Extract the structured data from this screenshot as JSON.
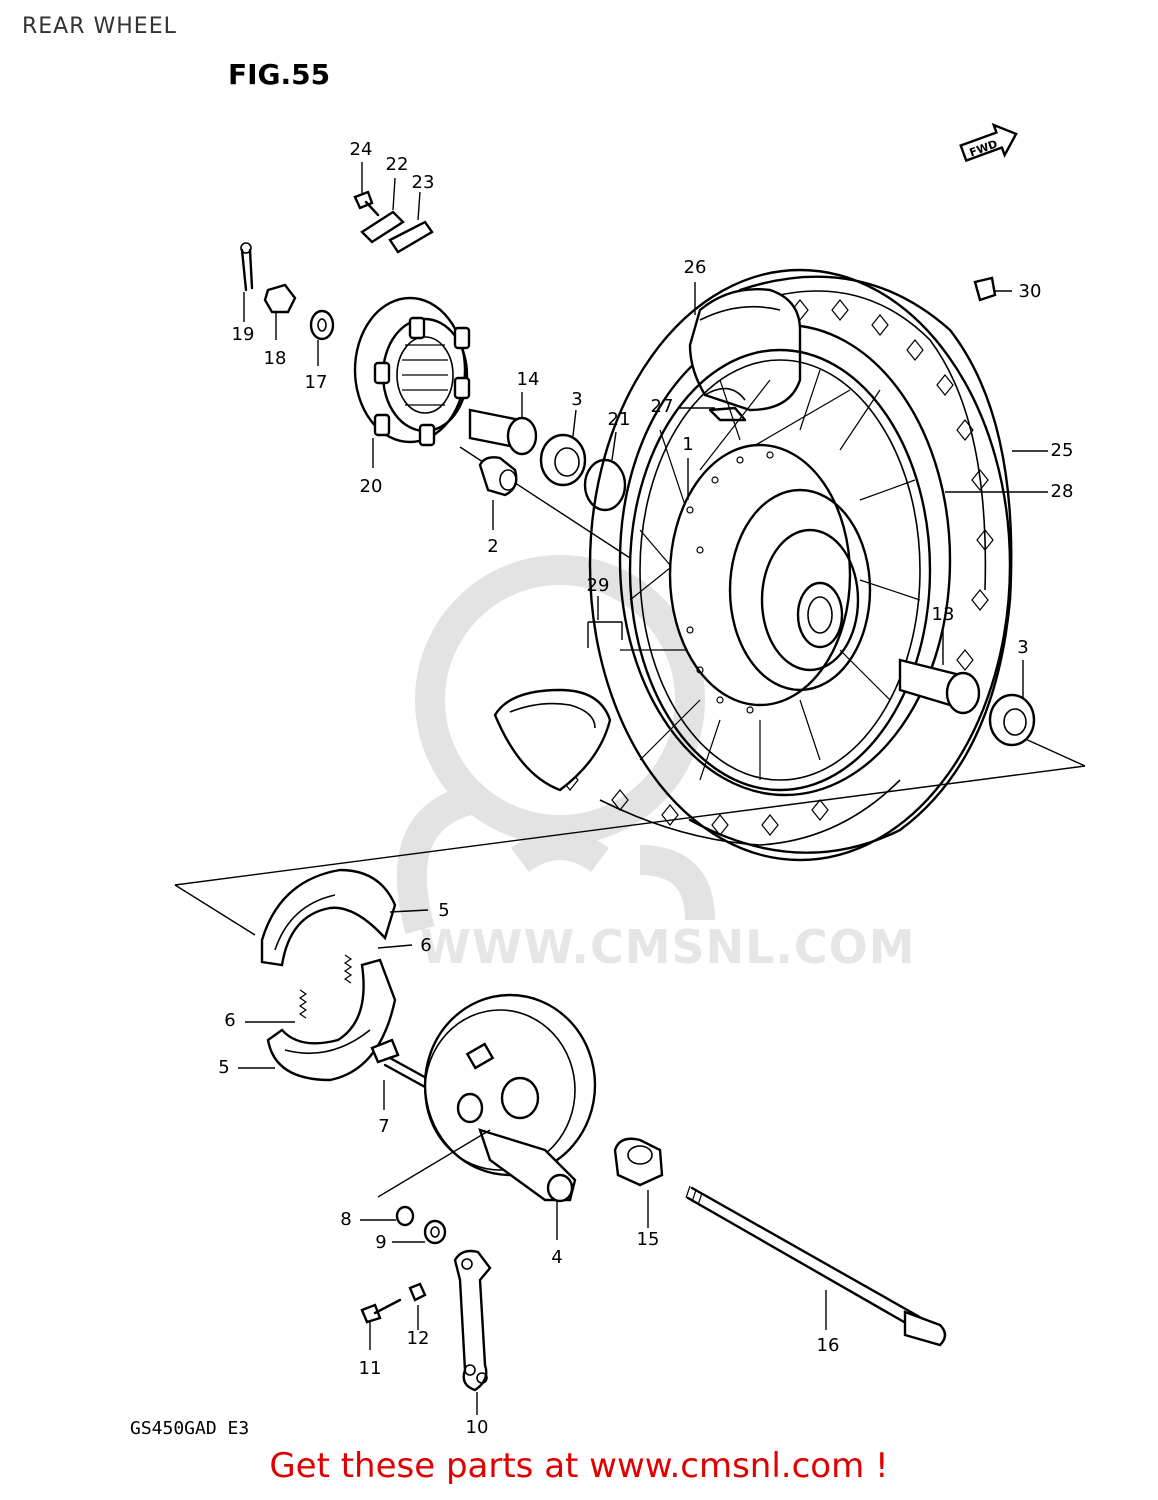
{
  "page": {
    "title": "REAR WHEEL",
    "figure": "FIG.55",
    "model_code": "GS450GAD  E3",
    "cta": "Get these parts at www.cmsnl.com !",
    "watermark": "WWW.CMSNL.COM",
    "fwd": "FWD"
  },
  "colors": {
    "cta": "#e00000",
    "watermark": "#e6e6e6",
    "lines": "#000000"
  },
  "icons": {
    "fwd_arrow": "fwd-arrow-icon"
  },
  "callouts": [
    {
      "id": "c24",
      "text": "24"
    },
    {
      "id": "c22",
      "text": "22"
    },
    {
      "id": "c23",
      "text": "23"
    },
    {
      "id": "c19",
      "text": "19"
    },
    {
      "id": "c18",
      "text": "18"
    },
    {
      "id": "c17",
      "text": "17"
    },
    {
      "id": "c20",
      "text": "20"
    },
    {
      "id": "c14",
      "text": "14"
    },
    {
      "id": "c3a",
      "text": "3"
    },
    {
      "id": "c21",
      "text": "21"
    },
    {
      "id": "c2",
      "text": "2"
    },
    {
      "id": "c26",
      "text": "26"
    },
    {
      "id": "c30",
      "text": "30"
    },
    {
      "id": "c27",
      "text": "27"
    },
    {
      "id": "c1",
      "text": "1"
    },
    {
      "id": "c25",
      "text": "25"
    },
    {
      "id": "c28",
      "text": "28"
    },
    {
      "id": "c29",
      "text": "29"
    },
    {
      "id": "c13",
      "text": "13"
    },
    {
      "id": "c3b",
      "text": "3"
    },
    {
      "id": "c5a",
      "text": "5"
    },
    {
      "id": "c6a",
      "text": "6"
    },
    {
      "id": "c6b",
      "text": "6"
    },
    {
      "id": "c5b",
      "text": "5"
    },
    {
      "id": "c7",
      "text": "7"
    },
    {
      "id": "c4",
      "text": "4"
    },
    {
      "id": "c15",
      "text": "15"
    },
    {
      "id": "c8",
      "text": "8"
    },
    {
      "id": "c9",
      "text": "9"
    },
    {
      "id": "c12",
      "text": "12"
    },
    {
      "id": "c11",
      "text": "11"
    },
    {
      "id": "c16",
      "text": "16"
    },
    {
      "id": "c10",
      "text": "10"
    }
  ]
}
